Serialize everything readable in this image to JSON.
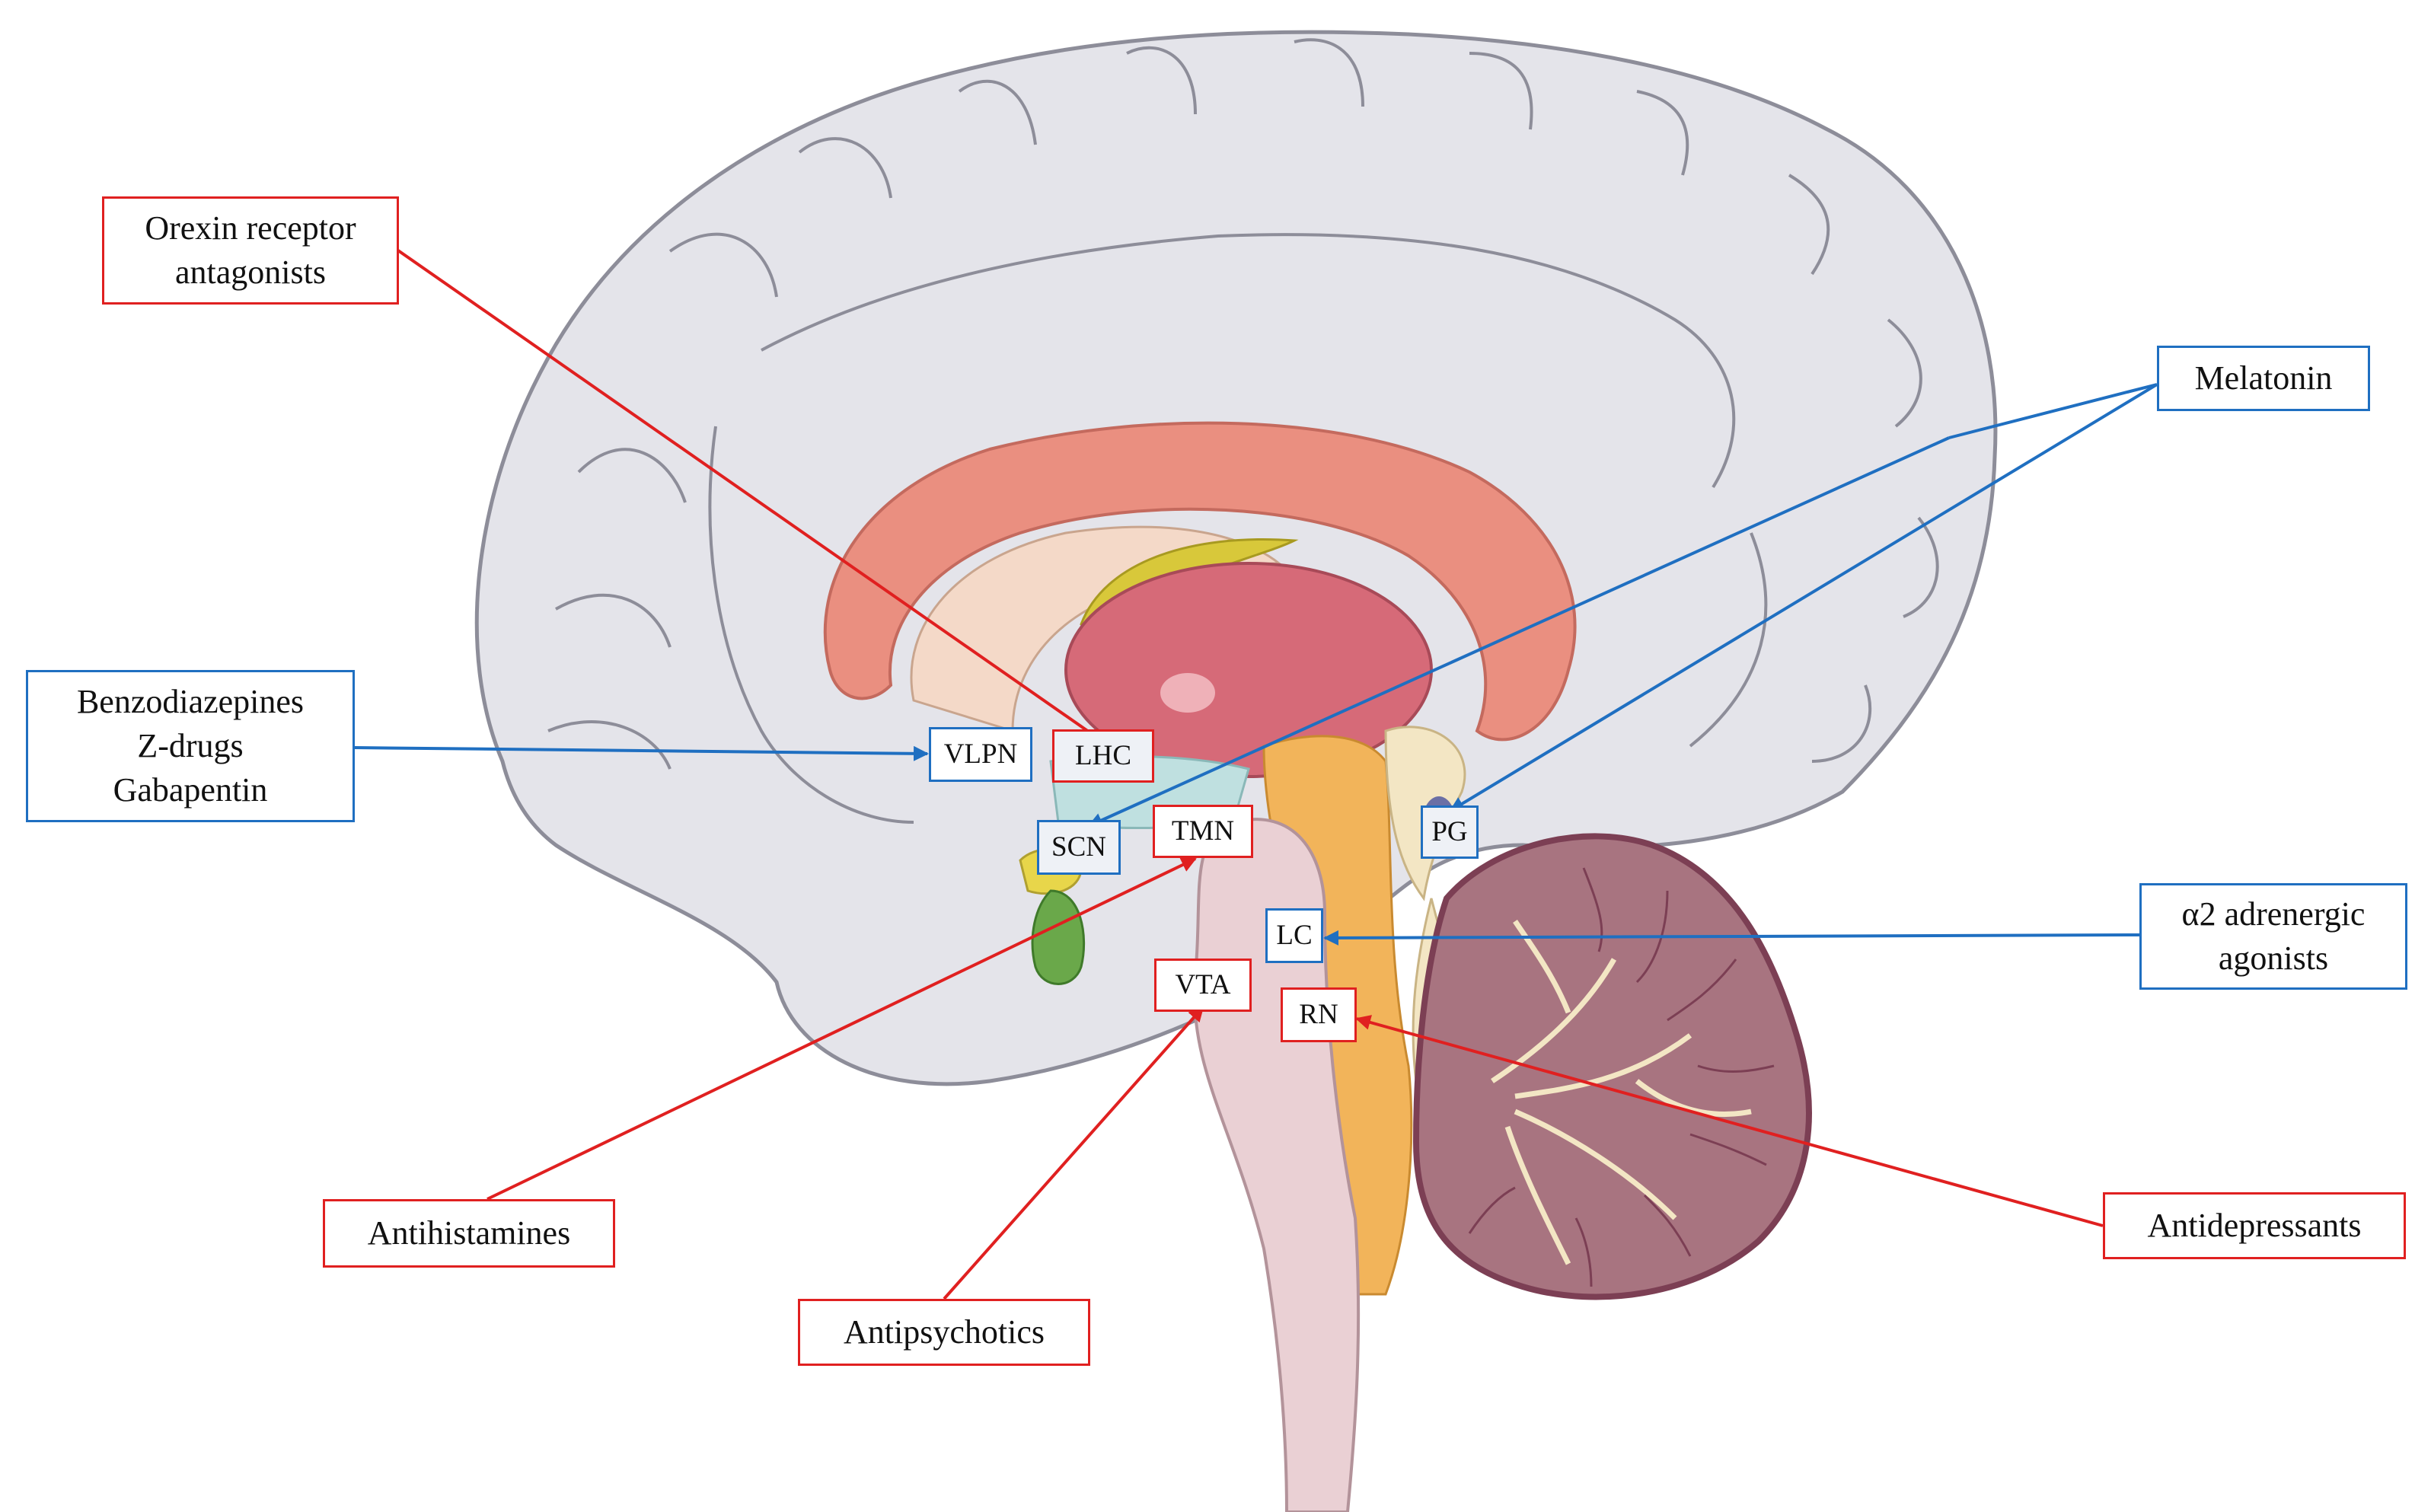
{
  "colors": {
    "red": "#e02020",
    "blue": "#1f6fc1",
    "brain_gray": "#e4e4ea",
    "outline": "#8d8d99",
    "corpus_callosum": "#ea8f80",
    "thalamus": "#d66a78",
    "brainstem": "#ead0d4",
    "cerebellum": "#a87480",
    "cerebellum_dark": "#7c3f54"
  },
  "drugs": {
    "orexin": [
      "Orexin receptor",
      "antagonists"
    ],
    "melatonin": [
      "Melatonin"
    ],
    "benzodiazepines": [
      "Benzodiazepines",
      "Z-drugs",
      "Gabapentin"
    ],
    "alpha2": [
      "α2 adrenergic",
      "agonists"
    ],
    "antihistamines": [
      "Antihistamines"
    ],
    "antipsychotics": [
      "Antipsychotics"
    ],
    "antidepressants": [
      "Antidepressants"
    ]
  },
  "regions": {
    "vlpn": "VLPN",
    "lhc": "LHC",
    "scn": "SCN",
    "tmn": "TMN",
    "pg": "PG",
    "lc": "LC",
    "vta": "VTA",
    "rn": "RN"
  }
}
